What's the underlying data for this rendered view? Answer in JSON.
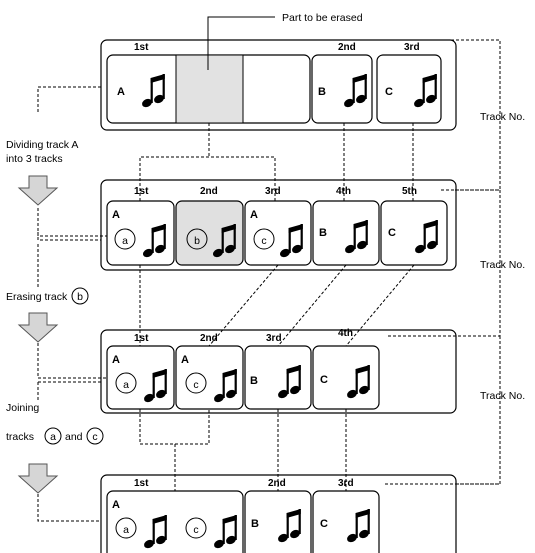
{
  "callout": "Part to be erased",
  "track_no_label": "Track No.",
  "steps": {
    "dividing": [
      "Dividing track A",
      "into 3 tracks"
    ],
    "erasing_prefix": "Erasing track",
    "erasing_circle": "b",
    "joining_line1": "Joining",
    "joining_prefix": "tracks",
    "joining_circle_a": "a",
    "joining_and": "and",
    "joining_circle_c": "c"
  },
  "rows": [
    {
      "ordinals": [
        "1st",
        "2nd",
        "3rd"
      ],
      "cells": [
        {
          "letter": "A",
          "circle": "",
          "shaded": false
        },
        {
          "letter": "",
          "circle": "",
          "shaded": true
        },
        {
          "letter": "",
          "circle": "",
          "shaded": false
        },
        {
          "letter": "B",
          "circle": "",
          "shaded": false
        },
        {
          "letter": "C",
          "circle": "",
          "shaded": false
        }
      ]
    },
    {
      "ordinals": [
        "1st",
        "2nd",
        "3rd",
        "4th",
        "5th"
      ],
      "cells": [
        {
          "letter": "A",
          "circle": "a",
          "shaded": false
        },
        {
          "letter": "",
          "circle": "b",
          "shaded": true
        },
        {
          "letter": "A",
          "circle": "c",
          "shaded": false
        },
        {
          "letter": "B",
          "circle": "",
          "shaded": false
        },
        {
          "letter": "C",
          "circle": "",
          "shaded": false
        }
      ]
    },
    {
      "ordinals": [
        "1st",
        "2nd",
        "3rd",
        "4th"
      ],
      "cells": [
        {
          "letter": "A",
          "circle": "a",
          "shaded": false
        },
        {
          "letter": "A",
          "circle": "c",
          "shaded": false
        },
        {
          "letter": "B",
          "circle": "",
          "shaded": false
        },
        {
          "letter": "C",
          "circle": "",
          "shaded": false
        }
      ]
    },
    {
      "ordinals": [
        "1st",
        "2nd",
        "3rd"
      ],
      "cells": [
        {
          "letter": "A",
          "circle": "a",
          "shaded": false
        },
        {
          "letter": "",
          "circle": "c",
          "shaded": false
        },
        {
          "letter": "B",
          "circle": "",
          "shaded": false
        },
        {
          "letter": "C",
          "circle": "",
          "shaded": false
        }
      ]
    }
  ]
}
